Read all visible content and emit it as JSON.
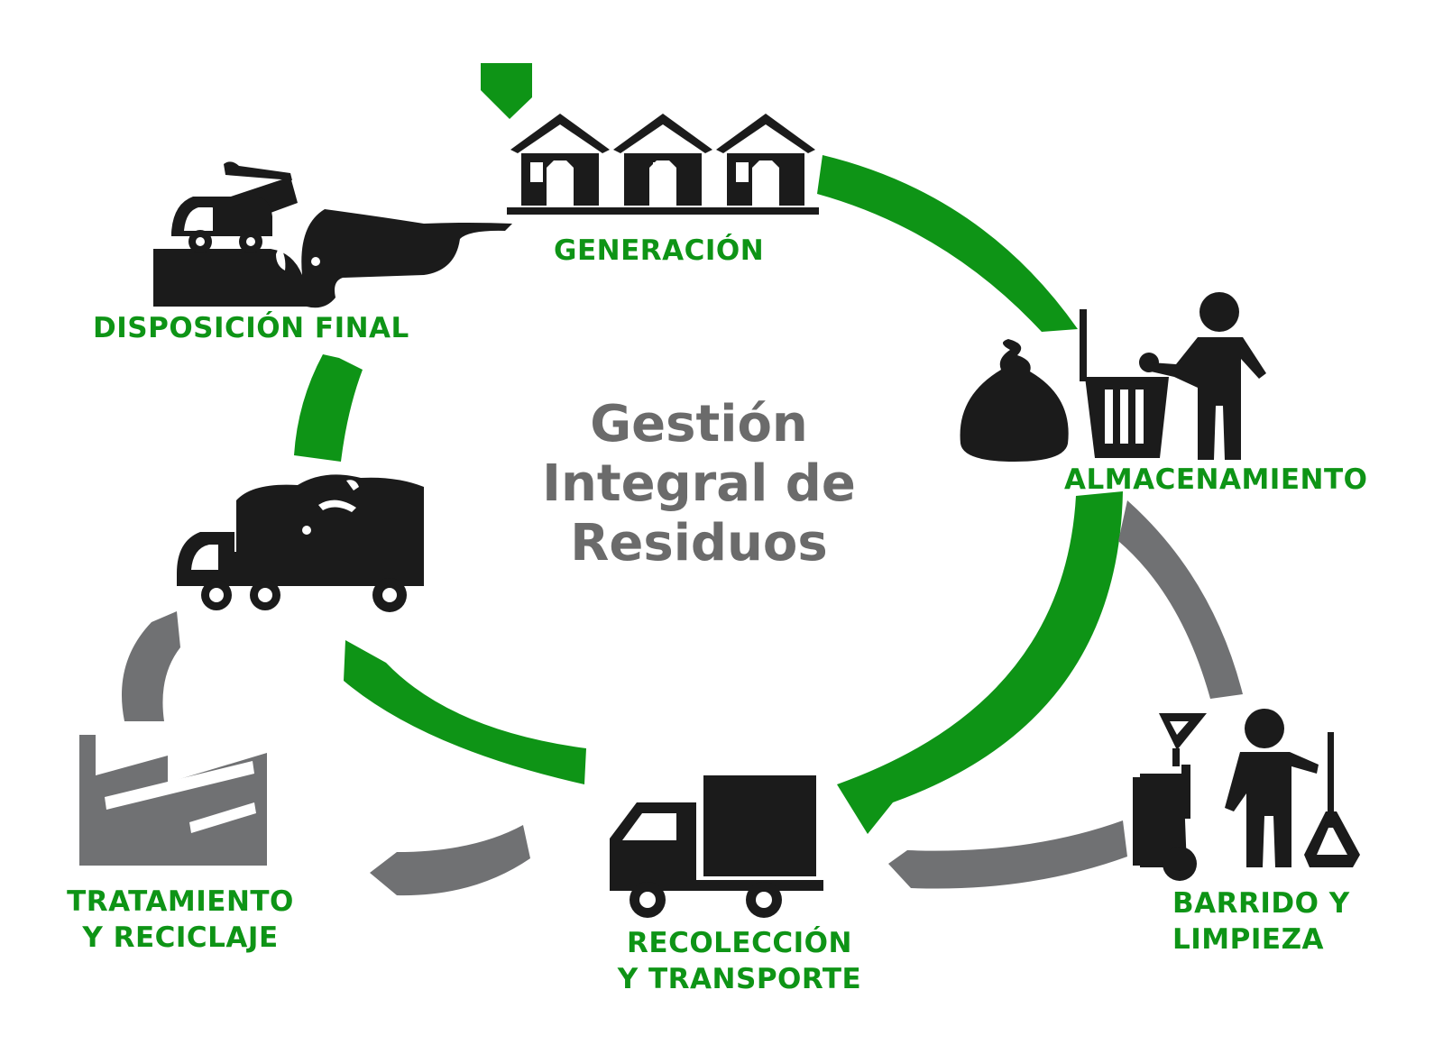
{
  "center_title": [
    "Gestión",
    "Integral de",
    "Residuos"
  ],
  "stages": {
    "generacion": {
      "label": [
        "GENERACIÓN"
      ],
      "icon": "houses-icon"
    },
    "almacenamiento": {
      "label": [
        "ALMACENAMIENTO"
      ],
      "icon": "person-trash-bag-icon"
    },
    "barrido": {
      "label": [
        "BARRIDO Y",
        "LIMPIEZA"
      ],
      "icon": "street-sweeper-icon"
    },
    "recoleccion": {
      "label": [
        "RECOLECCIÓN",
        "Y TRANSPORTE"
      ],
      "icon": "delivery-truck-icon"
    },
    "tratamiento": {
      "label": [
        "TRATAMIENTO",
        "Y RECICLAJE"
      ],
      "icon": "recycling-plant-icon"
    },
    "transporte": {
      "icon": "garbage-truck-icon"
    },
    "disposicion": {
      "label": [
        "DISPOSICIÓN FINAL"
      ],
      "icon": "landfill-bulldozer-icon"
    }
  },
  "colors": {
    "accent_green": "#0e9416",
    "arrow_gray": "#707173",
    "icon_black": "#1b1b1b",
    "title_gray": "#6b6b6b"
  }
}
